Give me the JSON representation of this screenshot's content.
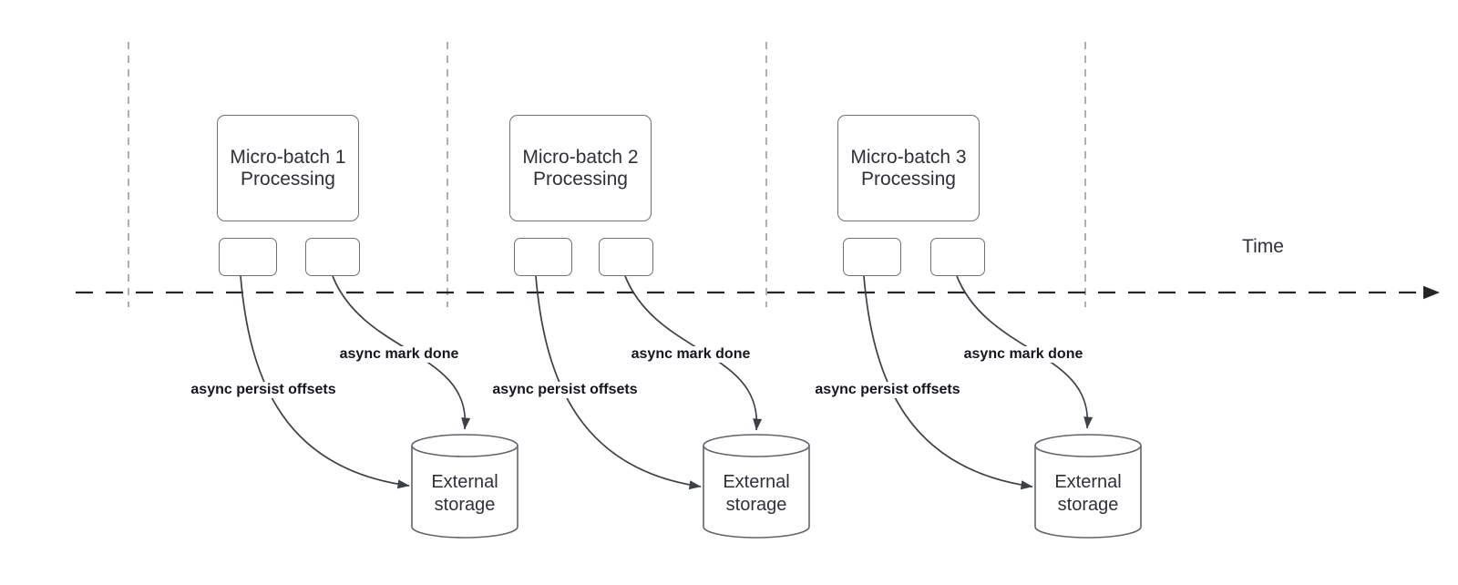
{
  "timeline": {
    "label": "Time"
  },
  "batches": [
    {
      "process_label_line1": "Micro-batch 1",
      "process_label_line2": "Processing",
      "persist_edge_label": "async persist offsets",
      "mark_done_edge_label": "async mark done",
      "storage_label_line1": "External",
      "storage_label_line2": "storage"
    },
    {
      "process_label_line1": "Micro-batch 2",
      "process_label_line2": "Processing",
      "persist_edge_label": "async persist offsets",
      "mark_done_edge_label": "async mark done",
      "storage_label_line1": "External",
      "storage_label_line2": "storage"
    },
    {
      "process_label_line1": "Micro-batch 3",
      "process_label_line2": "Processing",
      "persist_edge_label": "async persist offsets",
      "mark_done_edge_label": "async mark done",
      "storage_label_line1": "External",
      "storage_label_line2": "storage"
    }
  ],
  "colors": {
    "background": "#ffffff",
    "edge_stroke": "#3b4049",
    "timeline_stroke": "#23252b",
    "gridline_stroke": "#a6a6ab",
    "shape_border": "#6f7077",
    "shape_text": "#30303c",
    "edge_label_text": "#15151f"
  }
}
